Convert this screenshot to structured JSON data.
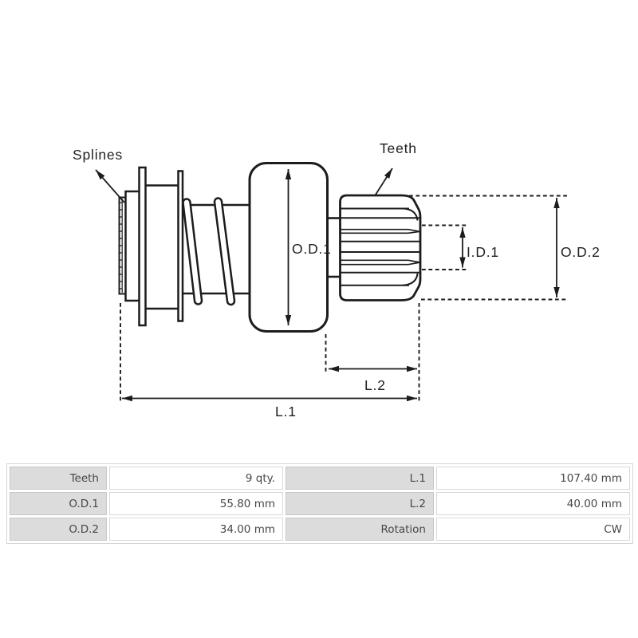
{
  "diagram": {
    "part_labels": {
      "splines": "Splines",
      "teeth": "Teeth"
    },
    "dimension_labels": {
      "od1": "O.D.1",
      "id1": "I.D.1",
      "od2": "O.D.2",
      "l1": "L.1",
      "l2": "L.2"
    }
  },
  "table": {
    "rows": [
      {
        "c0": "Teeth",
        "c1": "9 qty.",
        "c2": "L.1",
        "c3": "107.40 mm"
      },
      {
        "c0": "O.D.1",
        "c1": "55.80 mm",
        "c2": "L.2",
        "c3": "40.00 mm"
      },
      {
        "c0": "O.D.2",
        "c1": "34.00 mm",
        "c2": "Rotation",
        "c3": "CW"
      }
    ]
  },
  "colors": {
    "line": "#1c1c1c",
    "table_label_bg": "#dcdcdc",
    "table_label_border": "#c8c8c8",
    "table_value_border": "#d9d9d9",
    "table_text": "#474747"
  }
}
